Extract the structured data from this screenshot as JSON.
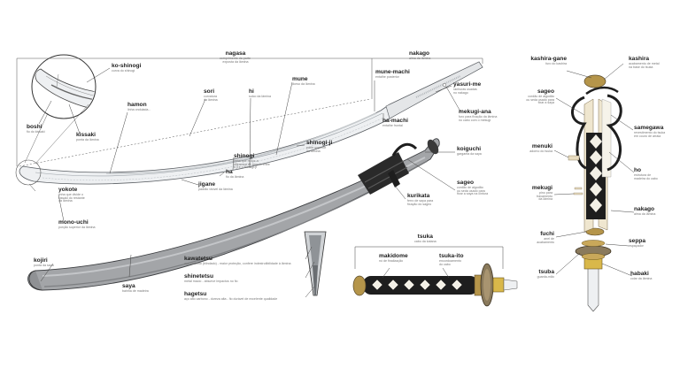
{
  "colors": {
    "blade": "#eef0f2",
    "blade_edge": "#c9cdd1",
    "saya": "#a3a5a8",
    "saya_shadow": "#7d7f82",
    "ito": "#1e1e1e",
    "samegawa": "#f3f0e6",
    "tsuba": "#8a7a5c",
    "brass": "#b5954a",
    "habaki": "#d9b84a",
    "leader_line": "#444444"
  },
  "labels": {
    "ko_shinogi": {
      "term": "ko-shinogi",
      "desc": "curva do shinogi"
    },
    "nagasa": {
      "term": "nagasa",
      "desc": "comprimento da parte \nexposta da lâmina"
    },
    "nakago_top": {
      "term": "nakago",
      "desc": "alma da lâmina"
    },
    "mune_machi": {
      "term": "mune-machi",
      "desc": "entalhe posterior"
    },
    "yasuri_me": {
      "term": "yasuri-me",
      "desc": "ranhuras usadas\nno nakago"
    },
    "boshi": {
      "term": "boshi",
      "desc": "fio do kissaki"
    },
    "kissaki": {
      "term": "kissaki",
      "desc": "ponta da lâmina"
    },
    "hamon": {
      "term": "hamon",
      "desc": "linha ondulada..."
    },
    "sori": {
      "term": "sori",
      "desc": "curvatura\nda lâmina"
    },
    "hi": {
      "term": "hi",
      "desc": "sulco da lâmina"
    },
    "mune": {
      "term": "mune",
      "desc": "dorso da lâmina"
    },
    "ha_machi": {
      "term": "ha-machi",
      "desc": "entalhe frontal"
    },
    "mekugi_ana": {
      "term": "mekugi-ana",
      "desc": "furo para fixação da lâmina\nno cabo com o mekugi"
    },
    "shinogi_ji": {
      "term": "shinogi-ji",
      "desc": "parte superior\nda lâmina"
    },
    "shinogi": {
      "term": "shinogi",
      "desc": "linha que reduz a\ndiferença de ângulo entre\no ji e o shinogi-ji"
    },
    "ha": {
      "term": "ha",
      "desc": "fio da lâmina"
    },
    "jigane": {
      "term": "jigane",
      "desc": "padrão visível da lâmina"
    },
    "koiguchi": {
      "term": "koiguchi",
      "desc": "garganta da saya"
    },
    "sageo": {
      "term": "sageo",
      "desc": "cordão de algodão\nou seda usado para\nfixar a saya na cintura"
    },
    "kurikata": {
      "term": "kurikata",
      "desc": "ferro de saya para\nfixação do sageo"
    },
    "yokote": {
      "term": "yokote",
      "desc": "linha que divide o\nkissaki do restante\nda lâmina"
    },
    "mono_uchi": {
      "term": "mono-uchi",
      "desc": "porção superior da lâmina"
    },
    "kojiri": {
      "term": "kojiri",
      "desc": "ponta da saya"
    },
    "saya": {
      "term": "saya",
      "desc": "bainha de madeira"
    },
    "kawatetsu": {
      "term": "kawatetsu",
      "desc": "aço carbono (blindado) - maior proteção, confere indestrutibilidade à lâmina"
    },
    "shinetetsu": {
      "term": "shinetetsu",
      "desc": "metal macio - absorve impactos no fio"
    },
    "hagetsu": {
      "term": "hagetsu",
      "desc": "aço alto carbono - dureza alta - fio durável de excelente qualidade"
    },
    "tsuka": {
      "term": "tsuka",
      "desc": "cabo da katana"
    },
    "makidome": {
      "term": "makidome",
      "desc": "nó de finalização"
    },
    "tsuka_ito": {
      "term": "tsuka-ito",
      "desc": "encordoamento\ndo cabo"
    },
    "kashira_gane": {
      "term": "kashira-gane",
      "desc": "furo do kashira"
    },
    "kashira": {
      "term": "kashira",
      "desc": "acabamento de metal\nna base do tsuka"
    },
    "sageo_right": {
      "term": "sageo",
      "desc": "cordão de algodão\nou seda usado para\nfixar a saya"
    },
    "samegawa": {
      "term": "samegawa",
      "desc": "revestimento do tsuka\nem couro de arraia"
    },
    "menuki": {
      "term": "menuki",
      "desc": "adorno do tsuka"
    },
    "ho": {
      "term": "ho",
      "desc": "estrutura de\nmadeira do cabo"
    },
    "mekugi": {
      "term": "mekugi",
      "desc": "pino para\ntravamento\nda lâmina"
    },
    "nakago_right": {
      "term": "nakago",
      "desc": "alma da lâmina"
    },
    "fuchi": {
      "term": "fuchi",
      "desc": "anel de\nacabamento"
    },
    "seppa": {
      "term": "seppa",
      "desc": "espaçador"
    },
    "tsuba": {
      "term": "tsuba",
      "desc": "guarda-mão"
    },
    "habaki": {
      "term": "habaki",
      "desc": "colar da lâmina"
    }
  }
}
